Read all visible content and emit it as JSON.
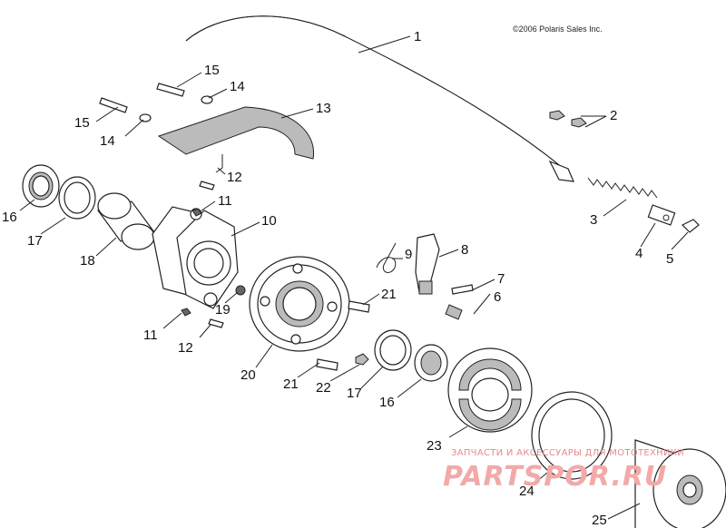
{
  "copyright": "©2006 Polaris Sales Inc.",
  "watermark": {
    "line1": "ЗАПЧАСТИ И АКСЕССУАРЫ ДЛЯ МОТОТЕХНИКИ",
    "line2": "PARTSPOR.RU"
  },
  "labels": {
    "l1": "1",
    "l2": "2",
    "l3": "3",
    "l4": "4",
    "l5": "5",
    "l6": "6",
    "l7": "7",
    "l8": "8",
    "l9": "9",
    "l10": "10",
    "l11a": "11",
    "l11b": "11",
    "l12a": "12",
    "l12b": "12",
    "l13": "13",
    "l14a": "14",
    "l14b": "14",
    "l15a": "15",
    "l15b": "15",
    "l16a": "16",
    "l16b": "16",
    "l17a": "17",
    "l17b": "17",
    "l18": "18",
    "l19": "19",
    "l20": "20",
    "l21a": "21",
    "l21b": "21",
    "l22": "22",
    "l23": "23",
    "l24": "24",
    "l25": "25"
  }
}
